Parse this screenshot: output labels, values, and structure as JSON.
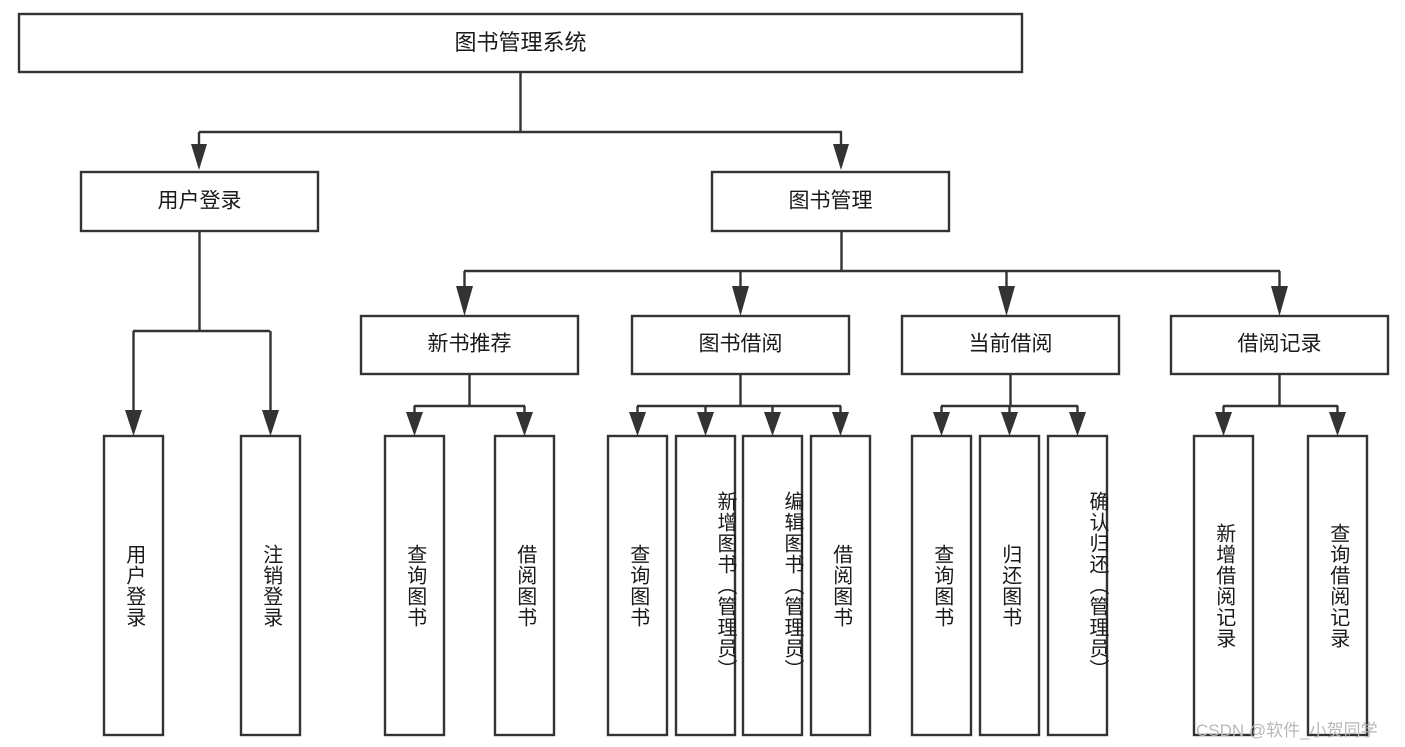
{
  "diagram": {
    "title": "图书管理系统",
    "type": "tree-hierarchy",
    "background_color": "#ffffff",
    "line_color": "#333333",
    "text_color": "#1a1a1a",
    "root": {
      "label": "图书管理系统"
    },
    "level2": [
      {
        "label": "用户登录"
      },
      {
        "label": "图书管理"
      }
    ],
    "level3": [
      {
        "label": "新书推荐"
      },
      {
        "label": "图书借阅"
      },
      {
        "label": "当前借阅"
      },
      {
        "label": "借阅记录"
      }
    ],
    "leaves": {
      "user_login": [
        {
          "label": "用户登录"
        },
        {
          "label": "注销登录"
        }
      ],
      "new_book_recommend": [
        {
          "label": "查询图书"
        },
        {
          "label": "借阅图书"
        }
      ],
      "book_borrow": [
        {
          "label": "查询图书"
        },
        {
          "label": "新增图书（管理员）"
        },
        {
          "label": "编辑图书（管理员）"
        },
        {
          "label": "借阅图书"
        }
      ],
      "current_borrow": [
        {
          "label": "查询图书"
        },
        {
          "label": "归还图书"
        },
        {
          "label": "确认归还（管理员）"
        }
      ],
      "borrow_record": [
        {
          "label": "新增借阅记录"
        },
        {
          "label": "查询借阅记录"
        }
      ]
    }
  },
  "watermark": {
    "text": "CSDN @软件_小贺同学"
  }
}
